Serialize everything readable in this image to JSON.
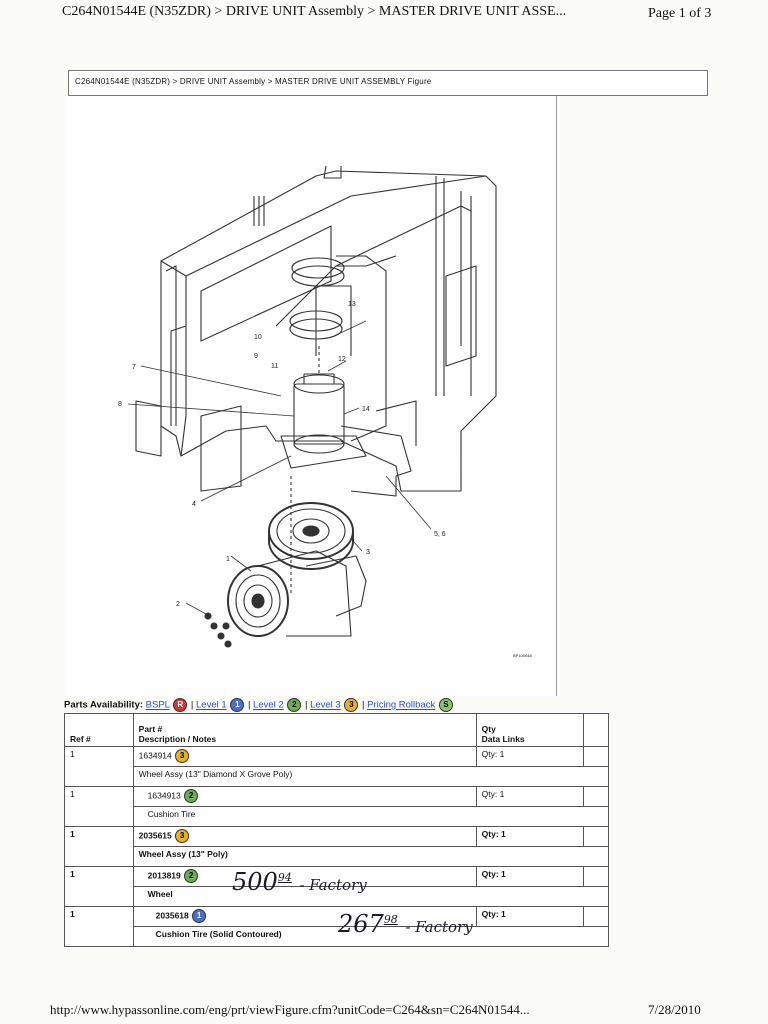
{
  "header": {
    "title": "C264N01544E (N35ZDR) > DRIVE UNIT Assembly > MASTER DRIVE UNIT ASSE...",
    "page": "Page 1 of 3"
  },
  "breadcrumb": "C264N01544E (N35ZDR) > DRIVE UNIT Assembly > MASTER DRIVE UNIT ASSEMBLY Figure",
  "figure": {
    "code": "BP100048",
    "callouts": [
      "1",
      "2",
      "3",
      "4",
      "5, 6",
      "7",
      "8",
      "9",
      "10",
      "11",
      "12",
      "13",
      "14"
    ]
  },
  "availability": {
    "label": "Parts Availability:",
    "links": [
      {
        "label": "BSPL",
        "badge": "R"
      },
      {
        "label": "Level 1",
        "badge": "1"
      },
      {
        "label": "Level 2",
        "badge": "2"
      },
      {
        "label": "Level 3",
        "badge": "3"
      },
      {
        "label": "Pricing Rollback",
        "badge": "S"
      }
    ],
    "separator": "|"
  },
  "table": {
    "headers": {
      "ref": "Ref #",
      "part_line1": "Part #",
      "part_line2": "Description / Notes",
      "qty_line1": "Qty",
      "qty_line2": "Data Links"
    },
    "rows": [
      {
        "ref": "1",
        "part": "1634914",
        "badge": "3",
        "qty": "Qty: 1",
        "desc": "Wheel Assy (13\" Diamond X Grove Poly)"
      },
      {
        "ref": "1",
        "part": "1634913",
        "badge": "2",
        "qty": "Qty: 1",
        "desc": "Cushion Tire"
      },
      {
        "ref": "1",
        "part": "2035615",
        "badge": "3",
        "qty": "Qty: 1",
        "desc": "Wheel Assy (13\" Poly)"
      },
      {
        "ref": "1",
        "part": "2013819",
        "badge": "2",
        "qty": "Qty: 1",
        "desc": "Wheel"
      },
      {
        "ref": "1",
        "part": "2035618",
        "badge": "1",
        "qty": "Qty: 1",
        "desc": "Cushion Tire (Solid Contoured)"
      }
    ]
  },
  "handwriting": {
    "note1_amount": "500",
    "note1_cents": "94",
    "note1_text": "- Factory",
    "note2_amount": "267",
    "note2_cents": "98",
    "note2_text": "- Factory"
  },
  "footer": {
    "url": "http://www.hypassonline.com/eng/prt/viewFigure.cfm?unitCode=C264&sn=C264N01544...",
    "date": "7/28/2010"
  }
}
